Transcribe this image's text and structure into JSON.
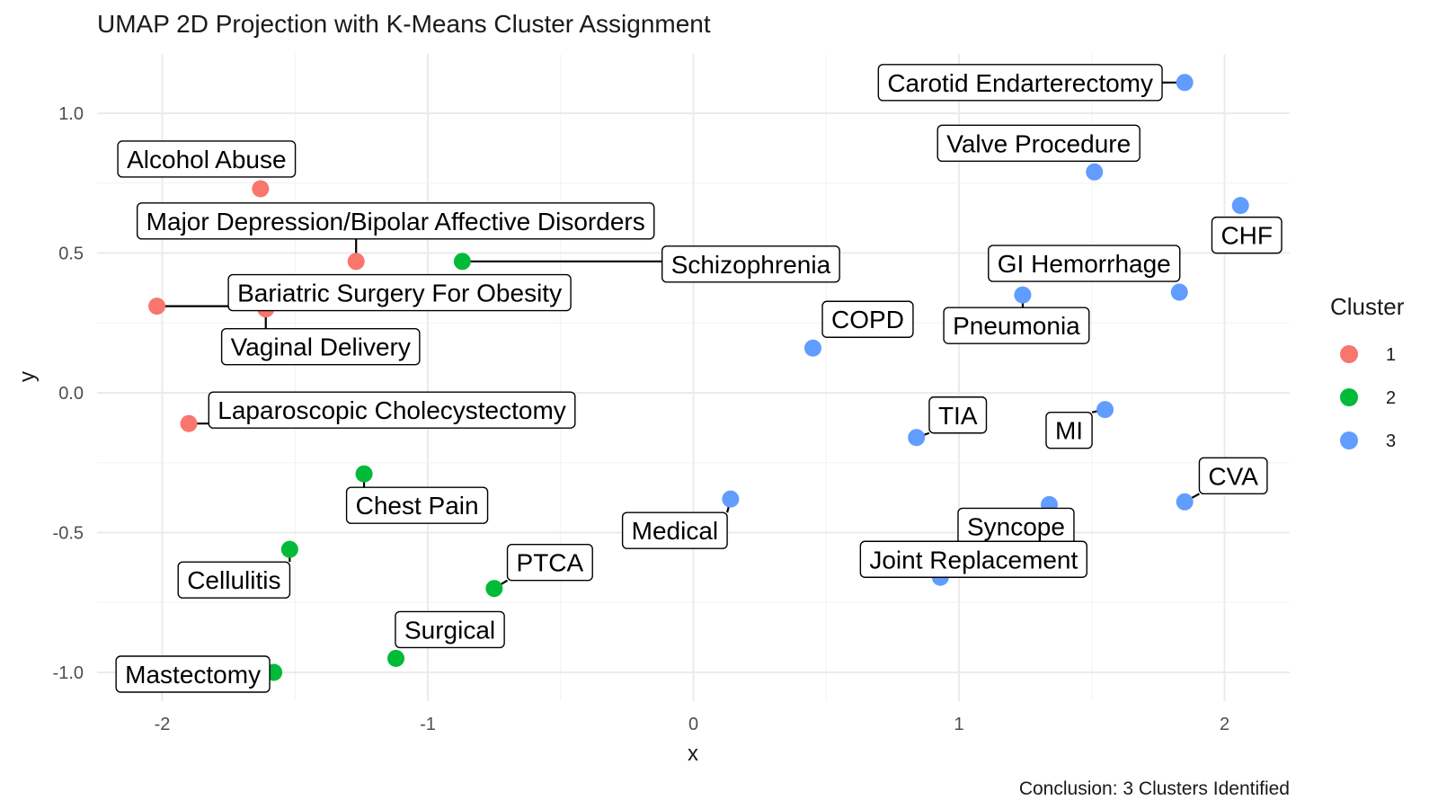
{
  "chart_data": {
    "type": "scatter",
    "title": "UMAP 2D Projection with K-Means Cluster Assignment",
    "caption": "Conclusion: 3 Clusters Identified",
    "xlabel": "x",
    "ylabel": "y",
    "xlim": [
      -2.27,
      2.27
    ],
    "ylim": [
      -1.11,
      1.23
    ],
    "x_ticks": [
      -2,
      -1,
      0,
      1,
      2
    ],
    "x_tick_labels": [
      "-2",
      "-1",
      "0",
      "1",
      "2"
    ],
    "y_ticks": [
      -1.0,
      -0.5,
      0.0,
      0.5,
      1.0
    ],
    "y_tick_labels": [
      "-1.0",
      "-0.5",
      "0.0",
      "0.5",
      "1.0"
    ],
    "grid": true,
    "legend": {
      "title": "Cluster",
      "placement": "right",
      "entries": [
        {
          "label": "1",
          "color": "#F8766D"
        },
        {
          "label": "2",
          "color": "#00BA38"
        },
        {
          "label": "3",
          "color": "#619CFF"
        }
      ]
    },
    "points": [
      {
        "label": "Alcohol Abuse",
        "x": -1.63,
        "y": 0.73,
        "cluster": "1"
      },
      {
        "label": "Major Depression/Bipolar Affective Disorders",
        "x": -1.27,
        "y": 0.47,
        "cluster": "1"
      },
      {
        "label": "Bariatric Surgery For Obesity",
        "x": -2.02,
        "y": 0.31,
        "cluster": "1"
      },
      {
        "label": "Vaginal Delivery",
        "x": -1.61,
        "y": 0.3,
        "cluster": "1"
      },
      {
        "label": "Laparoscopic Cholecystectomy",
        "x": -1.9,
        "y": -0.11,
        "cluster": "1"
      },
      {
        "label": "Schizophrenia",
        "x": -0.87,
        "y": 0.47,
        "cluster": "2"
      },
      {
        "label": "Chest Pain",
        "x": -1.24,
        "y": -0.29,
        "cluster": "2"
      },
      {
        "label": "Cellulitis",
        "x": -1.52,
        "y": -0.56,
        "cluster": "2"
      },
      {
        "label": "PTCA",
        "x": -0.75,
        "y": -0.7,
        "cluster": "2"
      },
      {
        "label": "Surgical",
        "x": -1.12,
        "y": -0.95,
        "cluster": "2"
      },
      {
        "label": "Mastectomy",
        "x": -1.58,
        "y": -1.0,
        "cluster": "2"
      },
      {
        "label": "Carotid Endarterectomy",
        "x": 1.85,
        "y": 1.11,
        "cluster": "3"
      },
      {
        "label": "Valve Procedure",
        "x": 1.51,
        "y": 0.79,
        "cluster": "3"
      },
      {
        "label": "CHF",
        "x": 2.06,
        "y": 0.67,
        "cluster": "3"
      },
      {
        "label": "GI Hemorrhage",
        "x": 1.83,
        "y": 0.36,
        "cluster": "3"
      },
      {
        "label": "Pneumonia",
        "x": 1.24,
        "y": 0.35,
        "cluster": "3"
      },
      {
        "label": "COPD",
        "x": 0.45,
        "y": 0.16,
        "cluster": "3"
      },
      {
        "label": "TIA",
        "x": 0.84,
        "y": -0.16,
        "cluster": "3"
      },
      {
        "label": "MI",
        "x": 1.55,
        "y": -0.06,
        "cluster": "3"
      },
      {
        "label": "CVA",
        "x": 1.85,
        "y": -0.39,
        "cluster": "3"
      },
      {
        "label": "Syncope",
        "x": 1.34,
        "y": -0.4,
        "cluster": "3"
      },
      {
        "label": "Joint Replacement",
        "x": 0.93,
        "y": -0.66,
        "cluster": "3"
      },
      {
        "label": "Medical",
        "x": 0.14,
        "y": -0.38,
        "cluster": "3"
      }
    ]
  }
}
